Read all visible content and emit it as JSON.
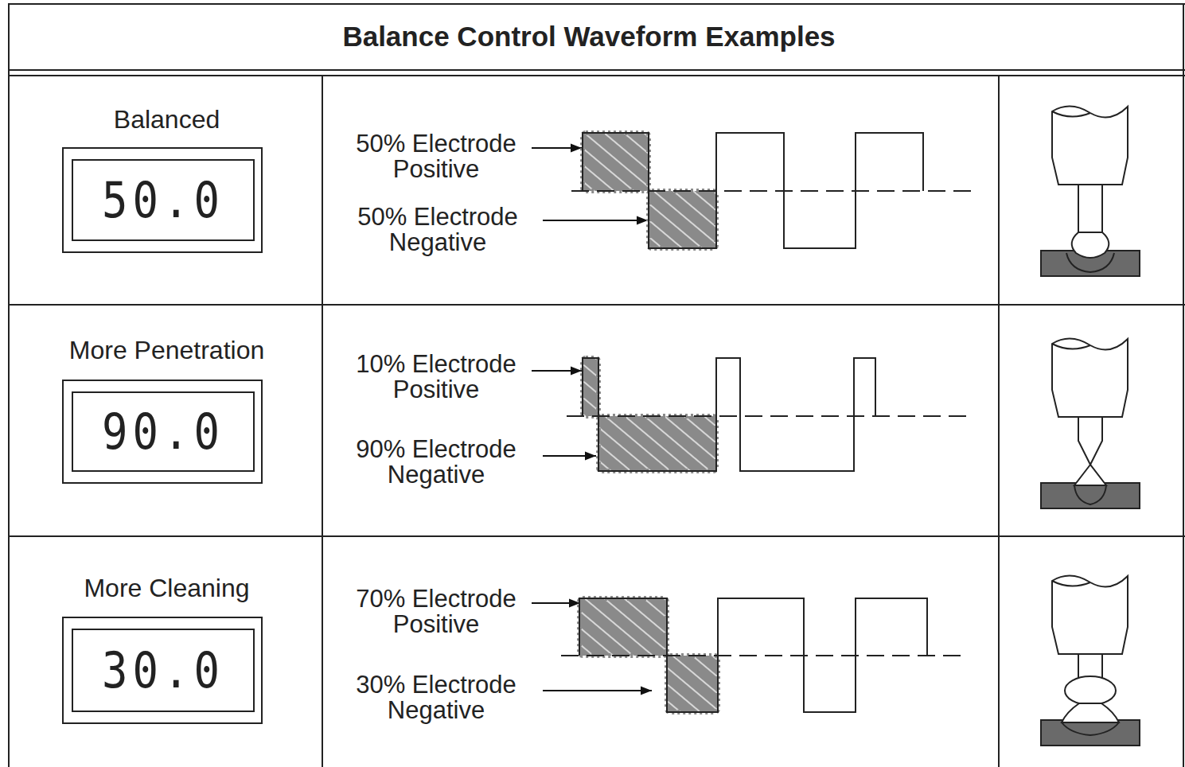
{
  "diagram": {
    "title": "Balance Control Waveform Examples",
    "nodes": [
      {
        "text": [
          "Balanced",
          "50.0"
        ]
      },
      {
        "text": [
          "More Penetration",
          "90.0"
        ]
      },
      {
        "text": [
          "More Cleaning",
          "30.0"
        ]
      }
    ],
    "labels": [
      "50% Electrode Positive",
      "50% Electrode Negative",
      "10% Electrode Positive",
      "90% Electrode Negative",
      "70% Electrode Positive",
      "30% Electrode Negative"
    ]
  }
}
